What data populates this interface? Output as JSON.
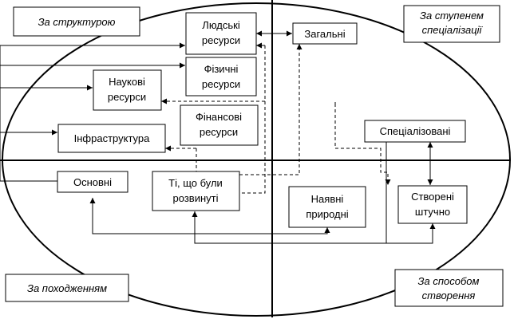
{
  "categories": {
    "structure": "За структурою",
    "specialization": [
      "За ступенем",
      "спеціалізації"
    ],
    "origin": "За походженням",
    "creation": [
      "За способом",
      "створення"
    ]
  },
  "resources": {
    "human": [
      "Людські",
      "ресурси"
    ],
    "physical": [
      "Фізичні",
      "ресурси"
    ],
    "scientific": [
      "Наукові",
      "ресурси"
    ],
    "financial": [
      "Фінансові",
      "ресурси"
    ],
    "infrastructure": "Інфраструктура",
    "basic": "Основні",
    "developed": [
      "Ті, що були",
      "розвинуті"
    ],
    "general": "Загальні",
    "specialized": "Спеціалізовані",
    "natural": [
      "Наявні",
      "природні"
    ],
    "artificial": [
      "Створені",
      "штучно"
    ]
  }
}
